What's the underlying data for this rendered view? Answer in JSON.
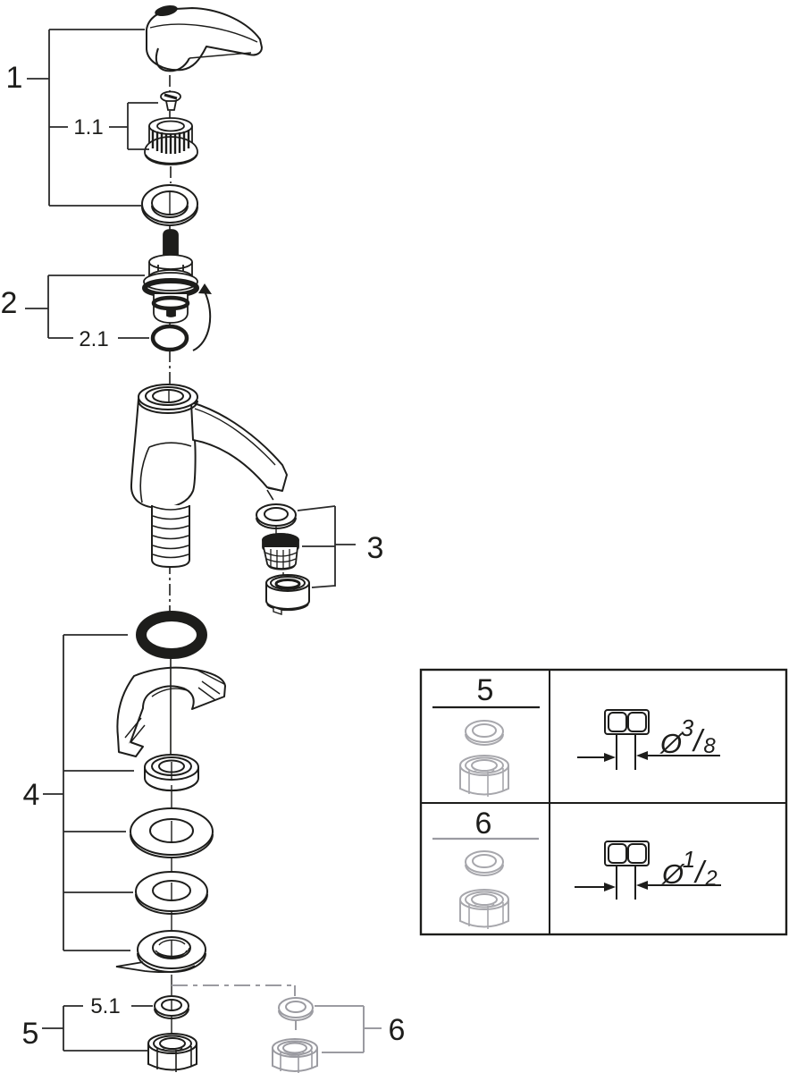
{
  "diagram": {
    "type": "exploded-parts-diagram",
    "subject": "pillar tap faucet service parts",
    "colors": {
      "ink": "#1d1d1b",
      "muted": "#9b9ba1",
      "background": "#ffffff"
    },
    "callouts": {
      "part1": "1",
      "part1_1": "1.1",
      "part2": "2",
      "part2_1": "2.1",
      "part3": "3",
      "part4": "4",
      "part5": "5",
      "part5_1": "5.1",
      "part6": "6"
    },
    "spec_table": {
      "rows": [
        {
          "part_no": "5",
          "diameter_symbol": "Ø",
          "diameter_numerator": "3",
          "fraction_slash": "/",
          "diameter_denominator": "8"
        },
        {
          "part_no": "6",
          "diameter_symbol": "Ø",
          "diameter_numerator": "1",
          "fraction_slash": "/",
          "diameter_denominator": "2"
        }
      ]
    }
  }
}
